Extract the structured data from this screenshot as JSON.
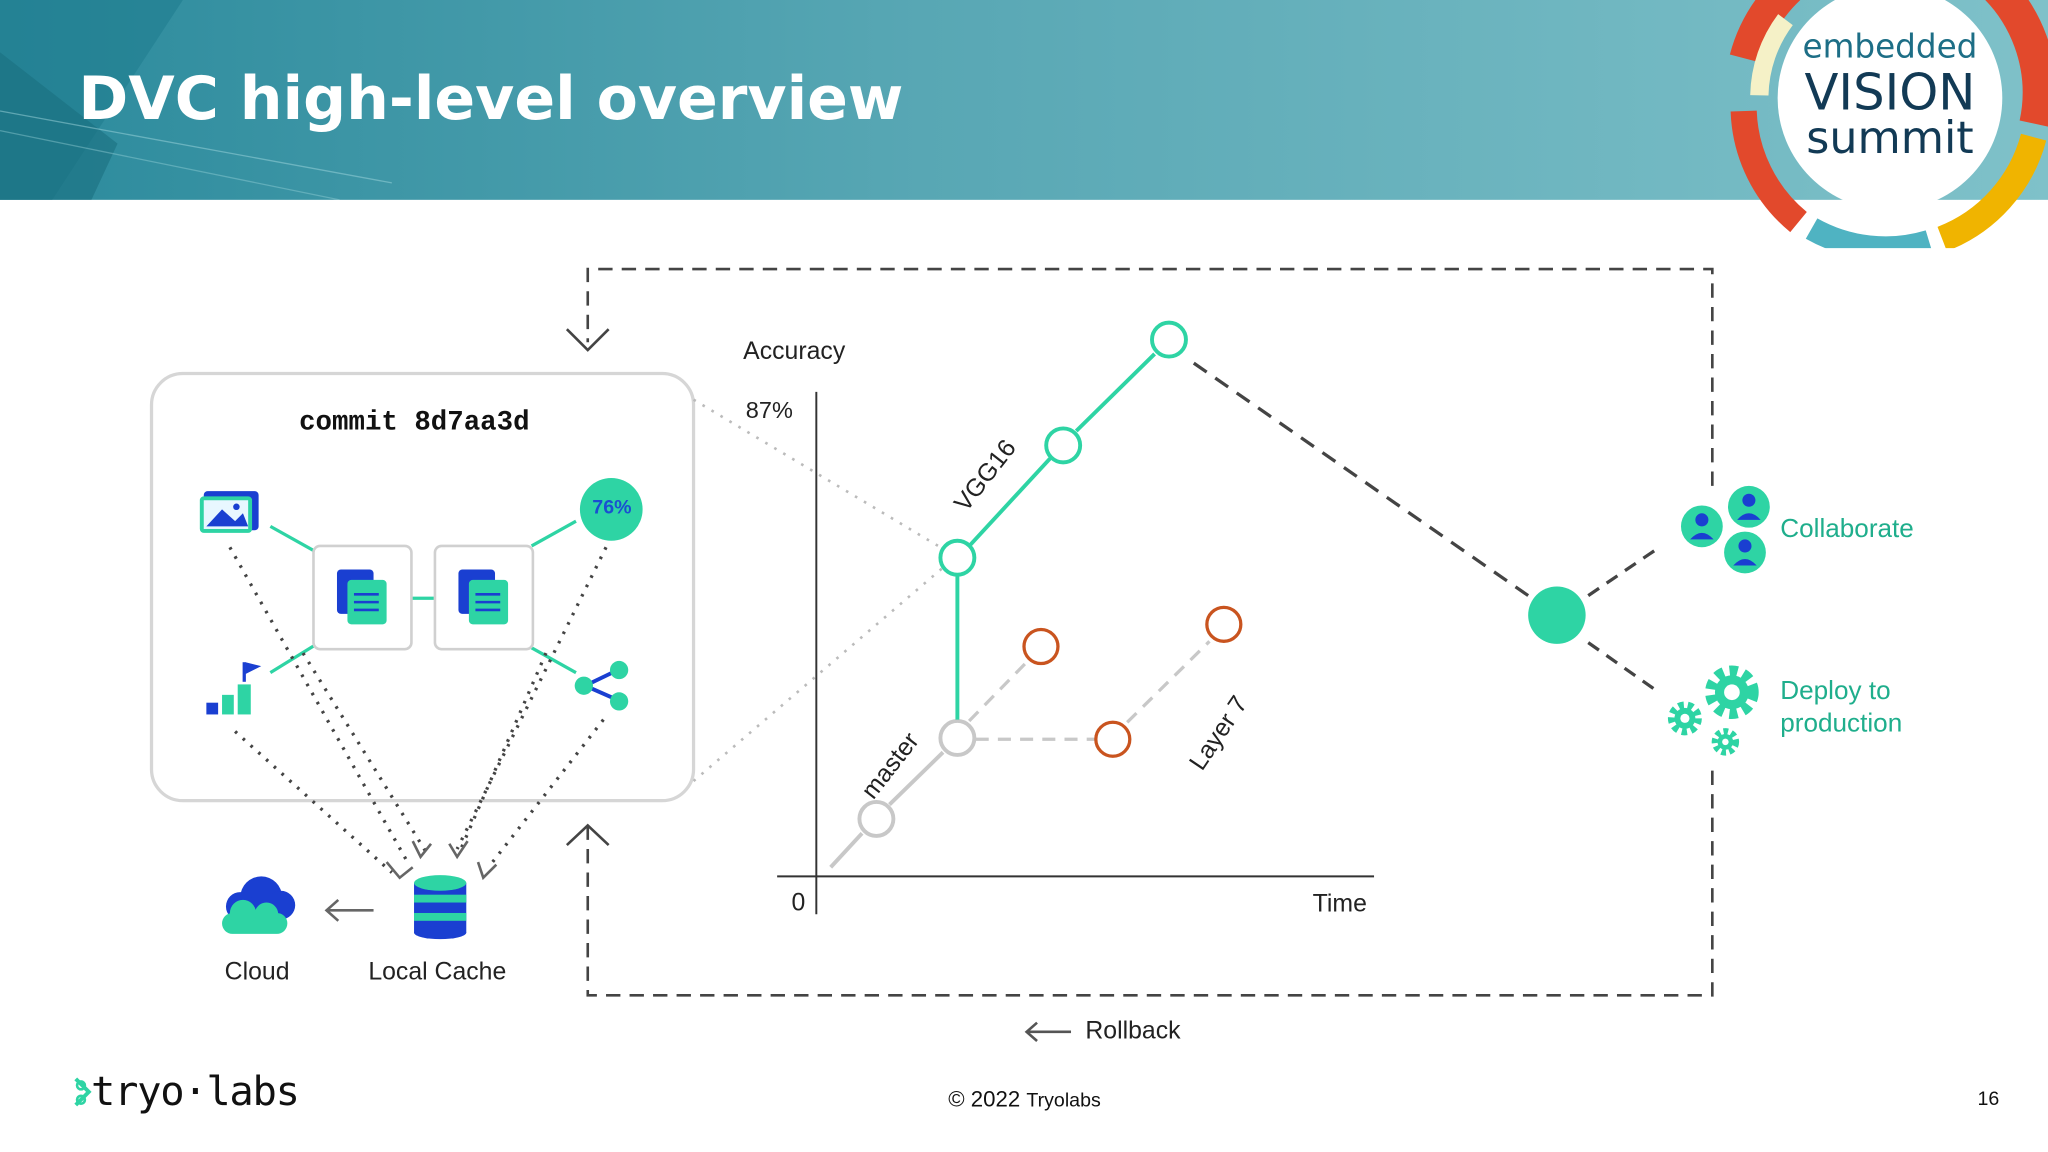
{
  "slide": {
    "title": "DVC high-level overview",
    "page_number": "16"
  },
  "logo": {
    "line1": "embedded",
    "line2": "VISION",
    "line3": "summit"
  },
  "commit_panel": {
    "label": "commit 8d7aa3d",
    "metric_badge": "76%"
  },
  "storage": {
    "cloud_label": "Cloud",
    "cache_label": "Local Cache"
  },
  "graph": {
    "y_axis_label": "Accuracy",
    "y_tick_top": "87%",
    "origin_tick": "0",
    "x_axis_label": "Time",
    "branches": [
      "VGG16",
      "master",
      "Layer 7"
    ]
  },
  "actions": {
    "collaborate": "Collaborate",
    "deploy": "Deploy to production",
    "rollback": "Rollback"
  },
  "footer": {
    "brand": "tryo·labs",
    "copyright_prefix": "© 2022",
    "copyright_name": "Tryolabs"
  },
  "colors": {
    "accent_green": "#2ed4a4",
    "branch_orange": "#c9541f",
    "doc_blue": "#2e5bd8",
    "header_teal": "#4fa2b2"
  }
}
